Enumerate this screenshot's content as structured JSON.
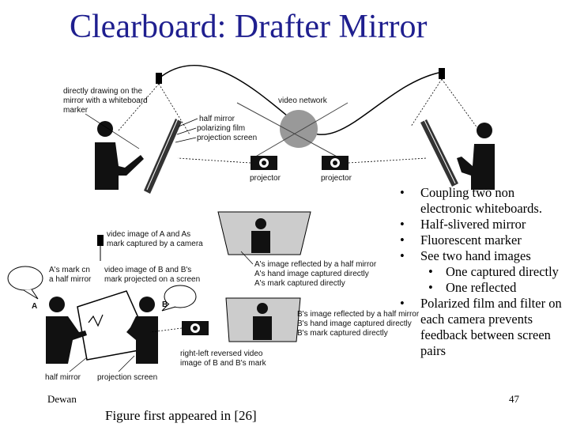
{
  "slide": {
    "title": "Clearboard: Drafter Mirror",
    "footer_author": "Dewan",
    "caption": "Figure first appeared in [26]",
    "page_number": "47"
  },
  "figure_top": {
    "labels": {
      "drawing": [
        "directly drawing on the",
        "mirror with a whiteboard",
        "marker"
      ],
      "half_mirror": "half mirror",
      "film": "polarizing film",
      "screen": "projection screen",
      "network": "video network",
      "projector_left": "projector",
      "projector_right": "projector"
    }
  },
  "figure_bottom": {
    "labels": {
      "video_a": [
        "videc image of A and As",
        "mark captured by a camera"
      ],
      "as_mark": [
        "A's mark cn",
        "a half mirror"
      ],
      "video_b": [
        "video image of B and B's",
        "mark projected on a screen"
      ],
      "a_reflect": [
        "A's image reflected by a half mirror",
        "A's hand image captured directly",
        "A's mark captured directly"
      ],
      "b_reflect": [
        "B's image reflected by a half mirror",
        "B's hand image captured directly",
        "B's mark captured directly"
      ],
      "person_a": "A",
      "person_b": "B",
      "reversed": [
        "right-left reversed video",
        "image of B and B's mark"
      ],
      "half_mirror": "half mirror",
      "screen": "projection screen"
    }
  },
  "bullets": [
    {
      "text": "Coupling two non electronic whiteboards.",
      "level": 1
    },
    {
      "text": "Half-slivered mirror",
      "level": 1
    },
    {
      "text": "Fluorescent marker",
      "level": 1
    },
    {
      "text": "See two hand images",
      "level": 1
    },
    {
      "text": "One captured directly",
      "level": 2
    },
    {
      "text": "One reflected",
      "level": 2
    },
    {
      "text": "Polarized film and filter on each camera prevents feedback between screen pairs",
      "level": 1
    }
  ]
}
